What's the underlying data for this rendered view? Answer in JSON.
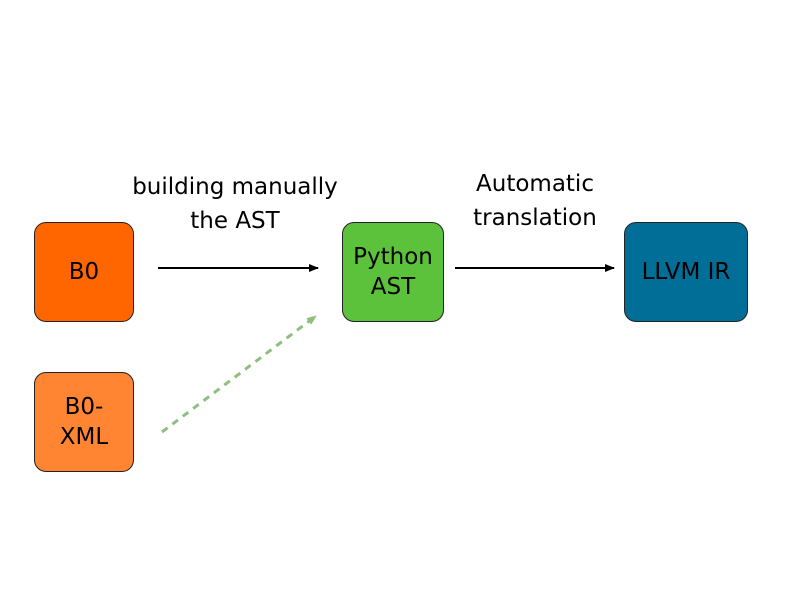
{
  "nodes": {
    "b0": {
      "label": "B0",
      "color": "#ff6600"
    },
    "b0_xml": {
      "label": "B0-\nXML",
      "color": "#ff8533"
    },
    "python_ast": {
      "label": "Python\nAST",
      "color": "#5cc13b"
    },
    "llvm_ir": {
      "label": "LLVM IR",
      "color": "#006e96"
    }
  },
  "edges": {
    "manual": {
      "label": "building manually\nthe AST",
      "from": "B0",
      "to": "Python AST",
      "style": "solid",
      "color": "#000000"
    },
    "automatic": {
      "label": "Automatic\ntranslation",
      "from": "Python AST",
      "to": "LLVM IR",
      "style": "solid",
      "color": "#000000"
    },
    "xml": {
      "from": "B0-XML",
      "to": "Python AST",
      "style": "dashed",
      "color": "#8fbf7f"
    }
  }
}
